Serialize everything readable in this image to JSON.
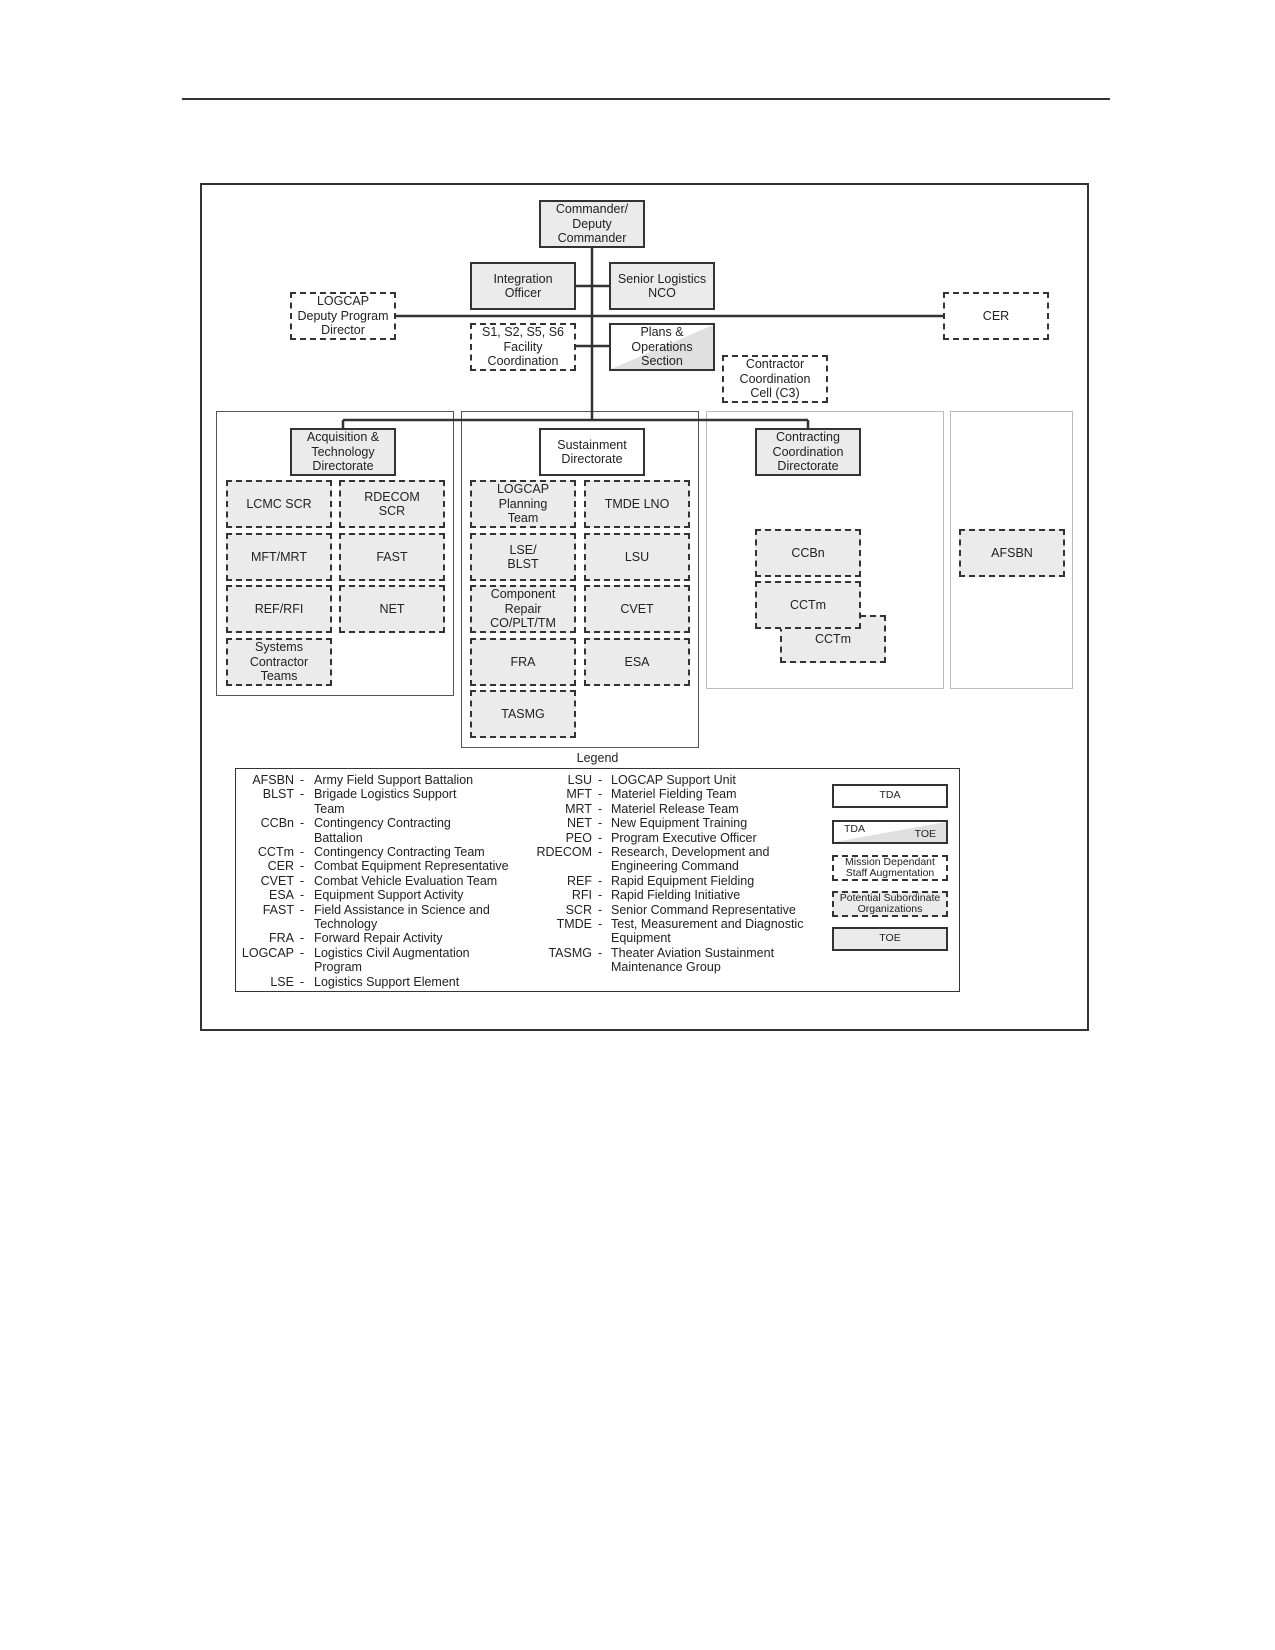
{
  "nodes": {
    "commander": "Commander/\nDeputy\nCommander",
    "integration_officer": "Integration\nOfficer",
    "senior_logistics_nco": "Senior Logistics\nNCO",
    "logcap_dpd": "LOGCAP\nDeputy Program\nDirector",
    "cer": "CER",
    "s_staff": "S1, S2, S5, S6\nFacility\nCoordination",
    "plans_ops": "Plans &\nOperations\nSection",
    "c3": "Contractor\nCoordination\nCell (C3)",
    "acq_dir": "Acquisition &\nTechnology\nDirectorate",
    "sust_dir": "Sustainment\nDirectorate",
    "contracting_dir": "Contracting\nCoordination\nDirectorate",
    "lcmc_scr": "LCMC SCR",
    "rdecom_scr": "RDECOM\nSCR",
    "mft_mrt": "MFT/MRT",
    "fast": "FAST",
    "ref_rfi": "REF/RFI",
    "net": "NET",
    "systems_contractor": "Systems\nContractor\nTeams",
    "logcap_planning": "LOGCAP\nPlanning\nTeam",
    "tmde_lno": "TMDE LNO",
    "lse_blst": "LSE/\nBLST",
    "lsu": "LSU",
    "component_repair": "Component\nRepair\nCO/PLT/TM",
    "cvet": "CVET",
    "fra": "FRA",
    "esa": "ESA",
    "tasmg": "TASMG",
    "ccbn": "CCBn",
    "cctm1": "CCTm",
    "cctm2": "CCTm",
    "afsbn": "AFSBN"
  },
  "legend": {
    "title": "Legend",
    "left": [
      {
        "abbr": "AFSBN",
        "def": "Army Field Support Battalion"
      },
      {
        "abbr": "BLST",
        "def": "Brigade Logistics Support\nTeam"
      },
      {
        "abbr": "CCBn",
        "def": "Contingency Contracting\nBattalion"
      },
      {
        "abbr": "CCTm",
        "def": "Contingency Contracting Team"
      },
      {
        "abbr": "CER",
        "def": "Combat Equipment Representative"
      },
      {
        "abbr": "CVET",
        "def": "Combat Vehicle Evaluation Team"
      },
      {
        "abbr": "ESA",
        "def": "Equipment Support Activity"
      },
      {
        "abbr": "FAST",
        "def": "Field Assistance in Science and\nTechnology"
      },
      {
        "abbr": "FRA",
        "def": "Forward Repair Activity"
      },
      {
        "abbr": "LOGCAP",
        "def": "Logistics Civil Augmentation\nProgram"
      },
      {
        "abbr": "LSE",
        "def": "Logistics Support Element"
      }
    ],
    "right": [
      {
        "abbr": "LSU",
        "def": "LOGCAP Support Unit"
      },
      {
        "abbr": "MFT",
        "def": "Materiel Fielding Team"
      },
      {
        "abbr": "MRT",
        "def": "Materiel Release Team"
      },
      {
        "abbr": "NET",
        "def": "New Equipment Training"
      },
      {
        "abbr": "PEO",
        "def": "Program Executive Officer"
      },
      {
        "abbr": "RDECOM",
        "def": "Research, Development and\nEngineering Command"
      },
      {
        "abbr": "REF",
        "def": "Rapid Equipment Fielding"
      },
      {
        "abbr": "RFI",
        "def": "Rapid Fielding Initiative"
      },
      {
        "abbr": "SCR",
        "def": "Senior Command Representative"
      },
      {
        "abbr": "TMDE",
        "def": "Test, Measurement and Diagnostic\nEquipment"
      },
      {
        "abbr": "TASMG",
        "def": "Theater Aviation Sustainment\nMaintenance Group"
      }
    ],
    "separator": "-",
    "key": {
      "tda": "TDA",
      "split_left": "TDA",
      "split_right": "TOE",
      "msa": "Mission Dependant\nStaff Augmentation",
      "pso": "Potential Subordinate\nOrganizations",
      "toe": "TOE"
    }
  }
}
